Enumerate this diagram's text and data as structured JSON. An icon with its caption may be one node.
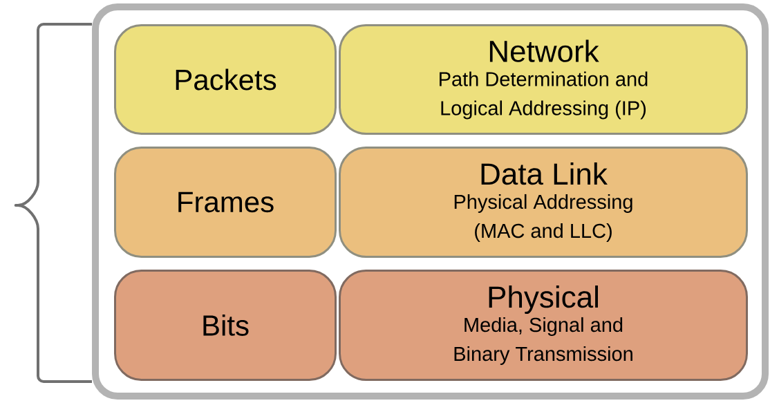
{
  "diagram": {
    "nodes": [
      {
        "text": [],
        "shape": "box"
      },
      {
        "text": [
          "Packets"
        ],
        "in": 0
      },
      {
        "text": [
          "Network",
          "Path Determination and Logical Addressing (IP)"
        ],
        "in": 0
      },
      {
        "text": [
          "Frames"
        ],
        "in": 0
      },
      {
        "text": [
          "Data Link",
          "Physical Addressing (MAC and LLC)"
        ],
        "in": 0
      },
      {
        "text": [
          "Bits"
        ],
        "in": 0
      },
      {
        "text": [
          "Physical",
          "Media, Signal and Binary Transmission"
        ],
        "in": 0
      }
    ]
  }
}
